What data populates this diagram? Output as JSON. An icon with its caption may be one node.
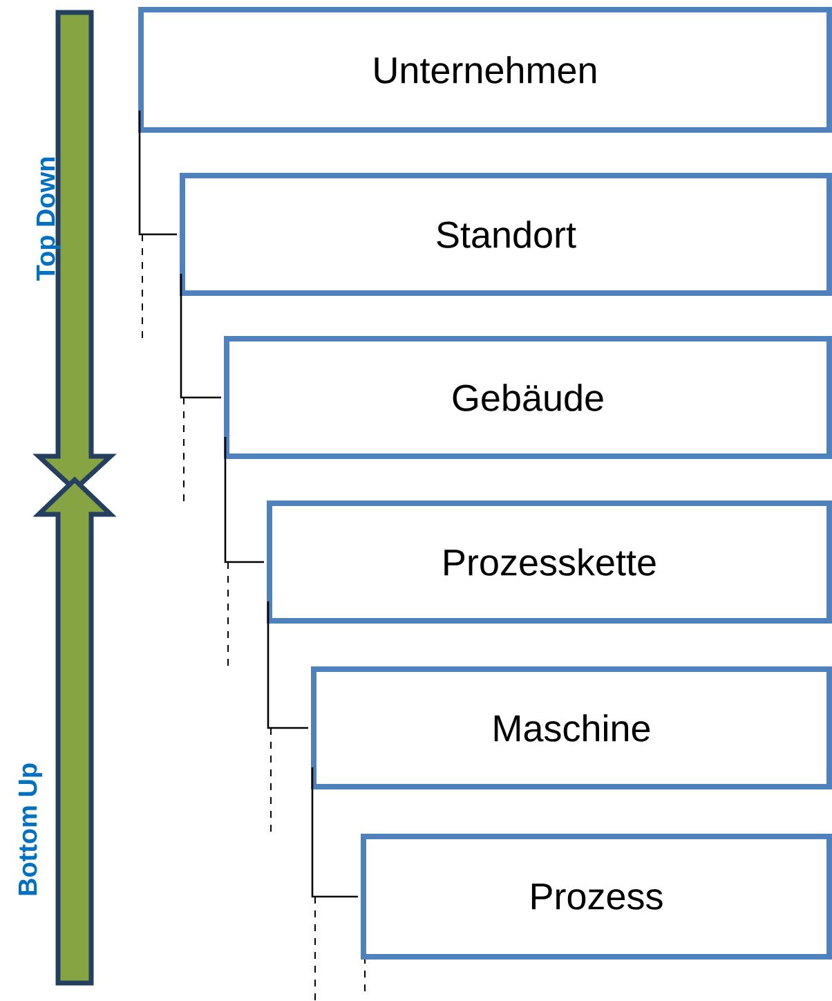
{
  "diagram": {
    "nodes": [
      {
        "text": [
          "Unternehmen"
        ]
      },
      {
        "text": [
          "Standort"
        ]
      },
      {
        "text": [
          "Gebäude"
        ]
      },
      {
        "text": [
          "Prozesskette"
        ]
      },
      {
        "text": [
          "Maschine"
        ]
      },
      {
        "text": [
          "Prozess"
        ]
      }
    ],
    "edges": [
      {
        "from": 0,
        "to": 1,
        "arrow": "none"
      },
      {
        "from": 1,
        "to": 2,
        "arrow": "none"
      },
      {
        "from": 2,
        "to": 3,
        "arrow": "none"
      },
      {
        "from": 3,
        "to": 4,
        "arrow": "none"
      },
      {
        "from": 4,
        "to": 5,
        "arrow": "none"
      }
    ],
    "labels": [
      "Top Down",
      "Bottom Up"
    ]
  }
}
